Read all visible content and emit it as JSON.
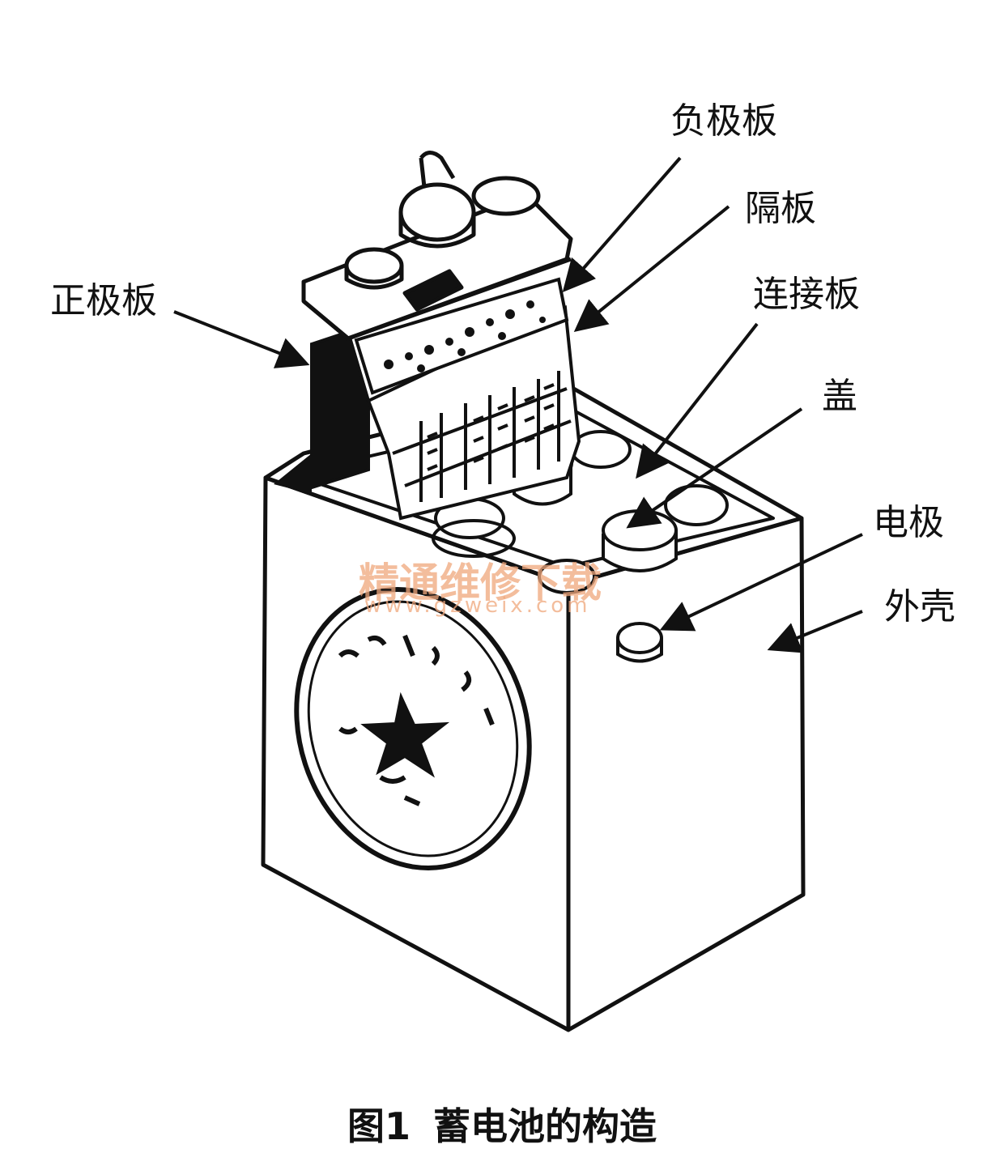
{
  "labels": {
    "negative_plate": "负极板",
    "separator": "隔板",
    "positive_plate": "正极板",
    "connector": "连接板",
    "cover": "盖",
    "electrode": "电极",
    "case": "外壳"
  },
  "caption": {
    "figure_no": "图1",
    "title": "蓄电池的构造"
  },
  "watermark": {
    "text": "精通维修下载",
    "url": "www.gzweix.com"
  },
  "colors": {
    "ink": "#111111",
    "watermark": "#f0a77c"
  }
}
